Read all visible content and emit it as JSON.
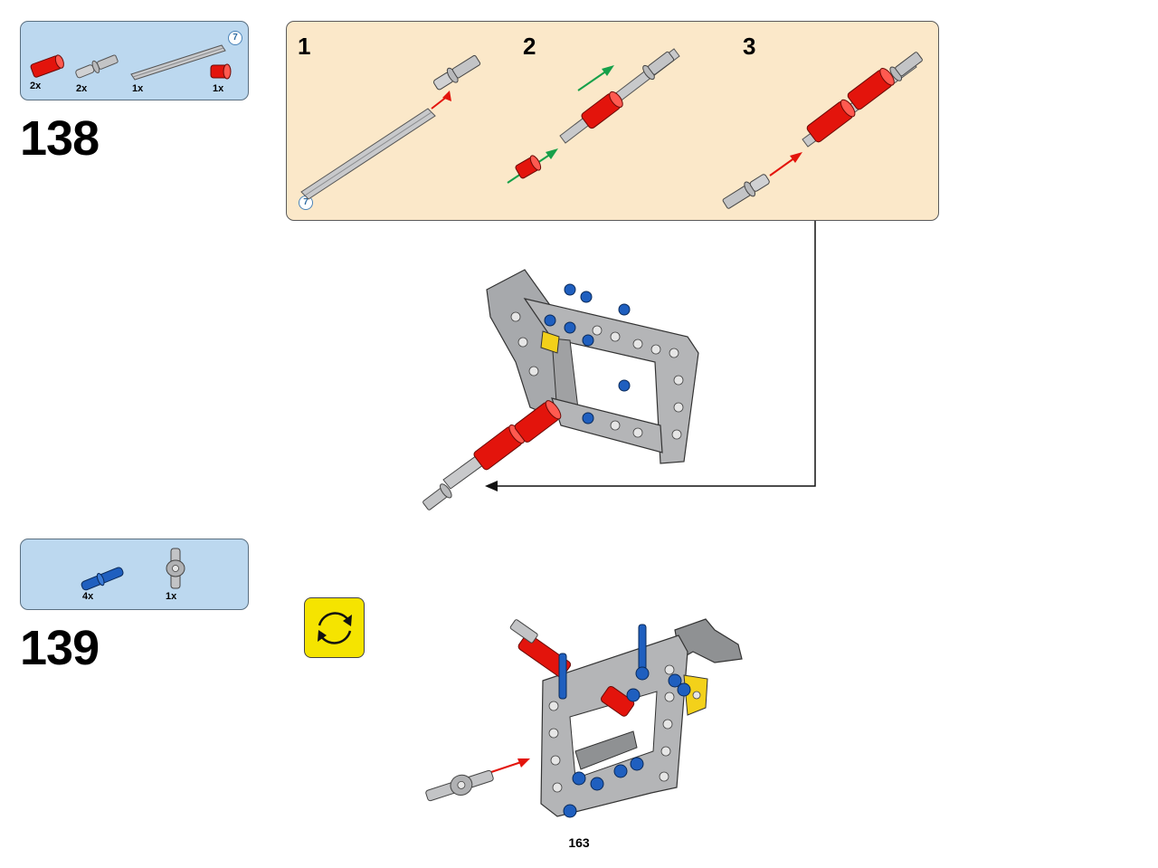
{
  "steps": [
    {
      "number": "138",
      "parts": [
        {
          "qty": "2x",
          "icon": "red-axle-connector-icon"
        },
        {
          "qty": "2x",
          "icon": "gray-axle-pin-icon"
        },
        {
          "qty": "1x",
          "icon": "gray-axle-7-icon",
          "length_badge": "7"
        },
        {
          "qty": "1x",
          "icon": "red-bush-icon"
        }
      ],
      "subassembly": {
        "substeps": [
          "1",
          "2",
          "3"
        ],
        "length_badge": "7"
      }
    },
    {
      "number": "139",
      "parts": [
        {
          "qty": "4x",
          "icon": "blue-pin-icon"
        },
        {
          "qty": "1x",
          "icon": "gray-pin-joiner-icon"
        }
      ],
      "rotate_icon": "rotate-model-icon"
    }
  ],
  "page_number": "163",
  "colors": {
    "parts_box": "#bcd8ef",
    "subassembly_box": "#fbe8c9",
    "rotate_icon": "#f5e400",
    "red_part": "#e3140c",
    "blue_part": "#1f5fbf",
    "gray_part": "#a7a9ac",
    "insert_arrow": "#e3140c",
    "slide_arrow": "#16a04a"
  }
}
